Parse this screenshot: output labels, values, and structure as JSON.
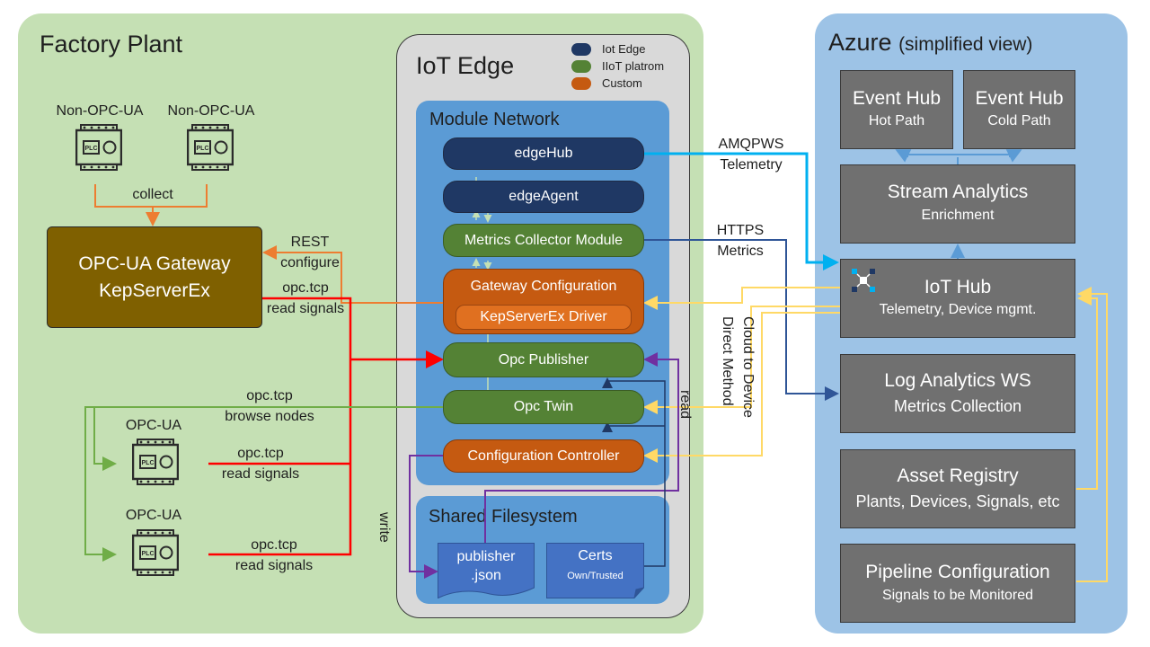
{
  "factory": {
    "title": "Factory Plant",
    "non_opc_left": "Non-OPC-UA",
    "non_opc_right": "Non-OPC-UA",
    "collect_label": "collect",
    "gateway_line1": "OPC-UA Gateway",
    "gateway_line2": "KepServerEx",
    "rest_line1": "REST",
    "rest_line2": "configure",
    "gw_opc_line1": "opc.tcp",
    "gw_opc_line2": "read signals",
    "browse_line1": "opc.tcp",
    "browse_line2": "browse nodes",
    "opcua_1": "OPC-UA",
    "opcua_1_line1": "opc.tcp",
    "opcua_1_line2": "read signals",
    "opcua_2": "OPC-UA",
    "opcua_2_line1": "opc.tcp",
    "opcua_2_line2": "read signals",
    "plc_text": "PLC"
  },
  "iot_edge": {
    "title": "IoT Edge",
    "legend": [
      {
        "label": "Iot Edge",
        "color": "#1f3864"
      },
      {
        "label": "IIoT platrom",
        "color": "#548235"
      },
      {
        "label": "Custom",
        "color": "#c55a11"
      }
    ],
    "module_network": "Module Network",
    "modules": {
      "edge_hub": "edgeHub",
      "edge_agent": "edgeAgent",
      "metrics": "Metrics Collector Module",
      "gateway_config": "Gateway Configuration",
      "kep_driver": "KepServerEx Driver",
      "opc_publisher": "Opc Publisher",
      "opc_twin": "Opc Twin",
      "config_controller": "Configuration Controller"
    },
    "shared_fs": "Shared Filesystem",
    "publisher_line1": "publisher",
    "publisher_line2": ".json",
    "certs_line1": "Certs",
    "certs_line2": "Own/Trusted",
    "write_label": "write",
    "read_label": "read"
  },
  "links": {
    "amqp_line1": "AMQPWS",
    "amqp_line2": "Telemetry",
    "https_line1": "HTTPS",
    "https_line2": "Metrics",
    "c2d_line1": "Cloud to Device",
    "c2d_line2": "Direct Method"
  },
  "azure": {
    "title_main": "Azure",
    "title_sub": "(simplified view)",
    "event_hub_hot_title": "Event Hub",
    "event_hub_hot_sub": "Hot Path",
    "event_hub_cold_title": "Event Hub",
    "event_hub_cold_sub": "Cold Path",
    "stream_title": "Stream Analytics",
    "stream_sub": "Enrichment",
    "iothub_title": "IoT Hub",
    "iothub_sub": "Telemetry, Device mgmt.",
    "log_title": "Log Analytics WS",
    "log_sub": "Metrics Collection",
    "asset_title": "Asset Registry",
    "asset_sub": "Plants, Devices, Signals, etc",
    "pipeline_title": "Pipeline Configuration",
    "pipeline_sub": "Signals to be Monitored"
  },
  "colors": {
    "factory_bg": "#c5e0b4",
    "azure_bg": "#9dc3e6",
    "edge_bg": "#d9d9d9",
    "module_network_bg": "#5b9bd5",
    "iot_edge_module": "#1f3864",
    "iiot_module": "#548235",
    "custom_module": "#c55a11",
    "azure_box": "#707070",
    "amqp_link": "#00b0f0",
    "https_link": "#2f5597",
    "c2d_link": "#ffd966",
    "opc_red": "#ff0000",
    "browse_green": "#70ad47",
    "rest_orange": "#ed7d31",
    "fs_purple": "#7030a0",
    "gateway": "#7f6000"
  }
}
